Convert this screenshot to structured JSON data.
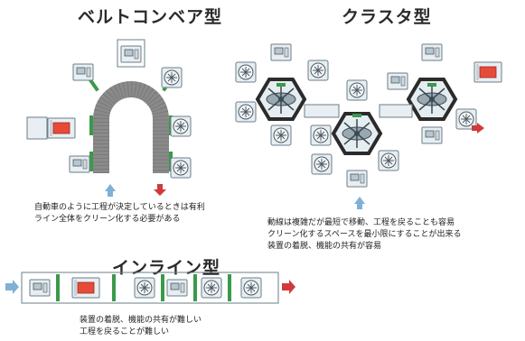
{
  "belt": {
    "title": "ベルトコンベア型",
    "desc": [
      "自動車のように工程が決定しているときは有利",
      "ライン全体をクリーン化する必要がある"
    ]
  },
  "cluster": {
    "title": "クラスタ型",
    "desc": [
      "動線は複雑だが最短で移動、工程を戻ることも容易",
      "クリーン化するスペースを最小限にすることが出来る",
      "装置の着脱、機能の共有が容易"
    ]
  },
  "inline": {
    "title": "インライン型",
    "desc": [
      "装置の着脱、機能の共有が難しい",
      "工程を戻ることが難しい"
    ]
  },
  "colors": {
    "conveyor": "#8a8a8a",
    "hub": "#2b2b2b",
    "accent_green": "#3a9a4a",
    "arrow_in": "#7fb0d6",
    "arrow_out": "#d03a3a",
    "device_fill": "#e8eef1",
    "device_stroke": "#6a7f8a",
    "heater": "#e84a3a"
  }
}
